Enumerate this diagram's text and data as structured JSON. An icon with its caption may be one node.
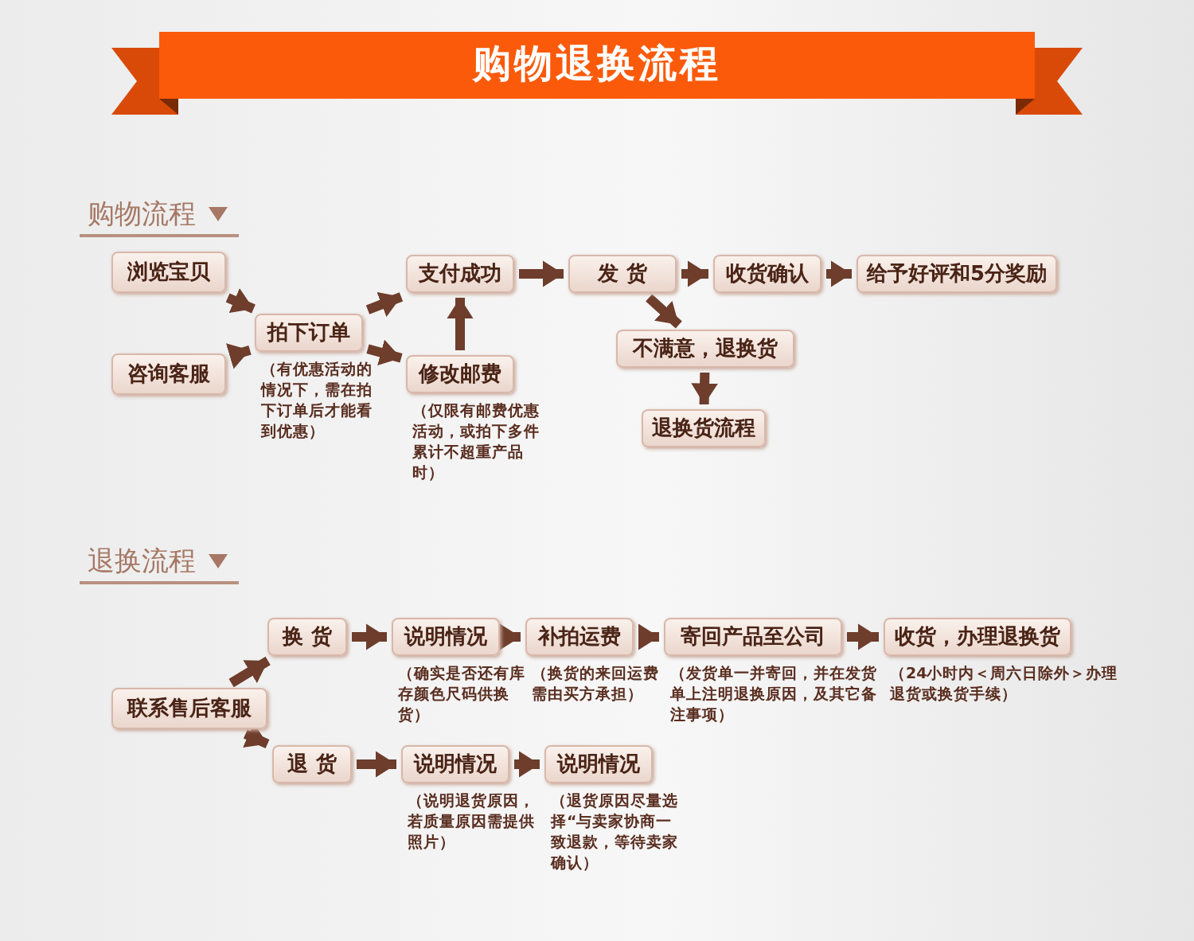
{
  "diagram": {
    "title": "购物退换流程",
    "nodes": [
      {
        "text": [
          "浏览宝贝"
        ]
      },
      {
        "text": [
          "咨询客服"
        ]
      },
      {
        "text": [
          "拍下订单"
        ],
        "beside": [
          "（有优惠活动的情况下，需在拍下订单后才能看到优惠）"
        ]
      },
      {
        "text": [
          "支付成功"
        ]
      },
      {
        "text": [
          "修改邮费"
        ],
        "beside": [
          "（仅限有邮费优惠活动，或拍下多件累计不超重产品时）"
        ]
      },
      {
        "text": [
          "发 货"
        ]
      },
      {
        "text": [
          "收货确认"
        ]
      },
      {
        "text": [
          "给予好评和5分奖励"
        ]
      },
      {
        "text": [
          "不满意，退换货"
        ]
      },
      {
        "text": [
          "退换货流程"
        ]
      },
      {
        "text": [
          "联系售后客服"
        ]
      },
      {
        "text": [
          "换 货"
        ]
      },
      {
        "text": [
          "说明情况"
        ],
        "beside": [
          "（确实是否还有库存颜色尺码供换货）"
        ]
      },
      {
        "text": [
          "补拍运费"
        ],
        "beside": [
          "（换货的来回运费需由买方承担）"
        ]
      },
      {
        "text": [
          "寄回产品至公司"
        ],
        "beside": [
          "（发货单一并寄回，并在发货单上注明退换原因，及其它备注事项）"
        ]
      },
      {
        "text": [
          "收货，办理退换货"
        ],
        "beside": [
          "（24小时内＜周六日除外＞办理退货或换货手续）"
        ]
      },
      {
        "text": [
          "退 货"
        ]
      },
      {
        "text": [
          "说明情况"
        ],
        "beside": [
          "（说明退货原因，若质量原因需提供照片）"
        ]
      },
      {
        "text": [
          "说明情况"
        ],
        "beside": [
          "（退货原因尽量选择“与卖家协商一致退款，等待卖家确认）"
        ]
      }
    ],
    "edges": [
      {
        "from": 0,
        "to": 2,
        "arrow": "to"
      },
      {
        "from": 1,
        "to": 2,
        "arrow": "to"
      },
      {
        "from": 2,
        "to": 3,
        "arrow": "to"
      },
      {
        "from": 2,
        "to": 4,
        "arrow": "to"
      },
      {
        "from": 4,
        "to": 3,
        "arrow": "to"
      },
      {
        "from": 3,
        "to": 5,
        "arrow": "to"
      },
      {
        "from": 5,
        "to": 6,
        "arrow": "to"
      },
      {
        "from": 6,
        "to": 7,
        "arrow": "to"
      },
      {
        "from": 5,
        "to": 8,
        "arrow": "to"
      },
      {
        "from": 8,
        "to": 9,
        "arrow": "to"
      },
      {
        "from": 10,
        "to": 11,
        "arrow": "to"
      },
      {
        "from": 10,
        "to": 16,
        "arrow": "to"
      },
      {
        "from": 11,
        "to": 12,
        "arrow": "to"
      },
      {
        "from": 12,
        "to": 13,
        "arrow": "to"
      },
      {
        "from": 13,
        "to": 14,
        "arrow": "to"
      },
      {
        "from": 14,
        "to": 15,
        "arrow": "to"
      },
      {
        "from": 16,
        "to": 17,
        "arrow": "to"
      },
      {
        "from": 17,
        "to": 18,
        "arrow": "to"
      }
    ],
    "labels": [
      "购物流程",
      "退换流程"
    ]
  }
}
